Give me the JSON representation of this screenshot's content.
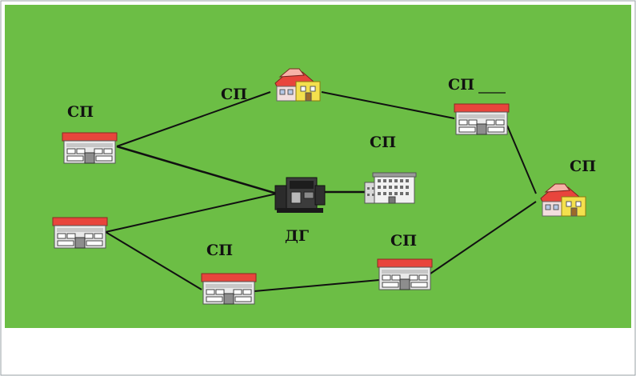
{
  "diagram": {
    "colors": {
      "background": "#6cbe45",
      "frame": "#9aa0a6",
      "link": "#111111",
      "roof_red": "#e8453c",
      "house_yellow": "#f4e04d"
    },
    "nodes": [
      {
        "id": "sp-top-left",
        "label": "СП",
        "icon": "shop-building-icon"
      },
      {
        "id": "sp-top-center",
        "label": "СП",
        "icon": "house-icon"
      },
      {
        "id": "sp-top-right",
        "label": "СП",
        "icon": "shop-building-icon"
      },
      {
        "id": "sp-far-right",
        "label": "СП",
        "icon": "house-icon"
      },
      {
        "id": "sp-center-right",
        "label": "СП",
        "icon": "apartment-building-icon"
      },
      {
        "id": "dg-center",
        "label": "ДГ",
        "icon": "generator-icon"
      },
      {
        "id": "sp-left-middle",
        "label": "",
        "icon": "shop-building-icon"
      },
      {
        "id": "sp-bottom-left",
        "label": "СП",
        "icon": "shop-building-icon"
      },
      {
        "id": "sp-bottom-right",
        "label": "СП",
        "icon": "shop-building-icon"
      }
    ],
    "links": [
      [
        "sp-top-left",
        "sp-top-center"
      ],
      [
        "sp-top-center",
        "sp-top-right"
      ],
      [
        "sp-top-right",
        "sp-far-right"
      ],
      [
        "sp-far-right",
        "sp-bottom-right"
      ],
      [
        "sp-bottom-right",
        "sp-bottom-left"
      ],
      [
        "sp-bottom-left",
        "sp-left-middle"
      ],
      [
        "sp-top-left",
        "dg-center"
      ],
      [
        "sp-left-middle",
        "dg-center"
      ],
      [
        "dg-center",
        "sp-center-right"
      ]
    ]
  }
}
